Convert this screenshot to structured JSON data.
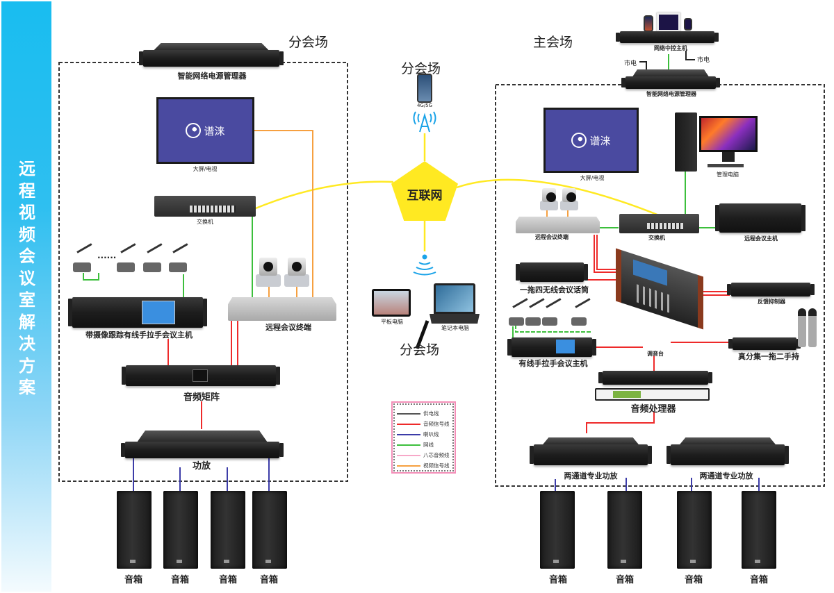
{
  "sidebar": {
    "title": "远程视频会议室解决方案"
  },
  "headings": {
    "branch_left": "分会场",
    "branch_top": "分会场",
    "branch_bottom": "分会场",
    "main": "主会场"
  },
  "internet": {
    "label": "互联网",
    "mobile_label": "4G/5G"
  },
  "branch_devices": {
    "power_manager": "智能网络电源管理器",
    "screen": "大屏/电视",
    "screen_logo": "谱涞",
    "switch": "交换机",
    "conf_host": "带摄像跟踪有线手拉手会议主机",
    "terminal": "远程会议终端",
    "audio_matrix": "音频矩阵",
    "amplifier": "功放",
    "mic_ellipsis": "······",
    "speakers": [
      "音箱",
      "音箱",
      "音箱",
      "音箱"
    ]
  },
  "mobile_devices": {
    "tablet": "平板电脑",
    "laptop": "笔记本电脑"
  },
  "main_devices": {
    "central_control": "网络中控主机",
    "mains_left": "市电",
    "mains_right": "市电",
    "power_manager": "智能网络电源管理器",
    "screen": "大屏/电视",
    "screen_logo": "谱涞",
    "mgmt_pc": "管理电脑",
    "terminal": "远程会议终端",
    "switch": "交换机",
    "conf_server": "远程会议主机",
    "wireless_mics": "一拖四无线会议话筒",
    "feedback_suppressor": "反馈抑制器",
    "mixer": "调音台",
    "wired_host": "有线手拉手会议主机",
    "handheld_mics": "真分集一拖二手持",
    "audio_processor": "音频处理器",
    "amp_left": "两通道专业功放",
    "amp_right": "两通道专业功放",
    "speakers": [
      "音箱",
      "音箱",
      "音箱",
      "音箱"
    ]
  },
  "legend": {
    "items": [
      {
        "label": "供电线",
        "color": "#555555"
      },
      {
        "label": "音频信号线",
        "color": "#ee2a2a"
      },
      {
        "label": "喇叭线",
        "color": "#3c3ca8"
      },
      {
        "label": "网线",
        "color": "#3cbf3c"
      },
      {
        "label": "八芯音频线",
        "color": "#f7a8c8"
      },
      {
        "label": "视频信号线",
        "color": "#f6a040"
      }
    ]
  },
  "colors": {
    "internet_link": "#ffe922",
    "wireless": "#1aa3e8",
    "sidebar": "#19bdf0"
  }
}
